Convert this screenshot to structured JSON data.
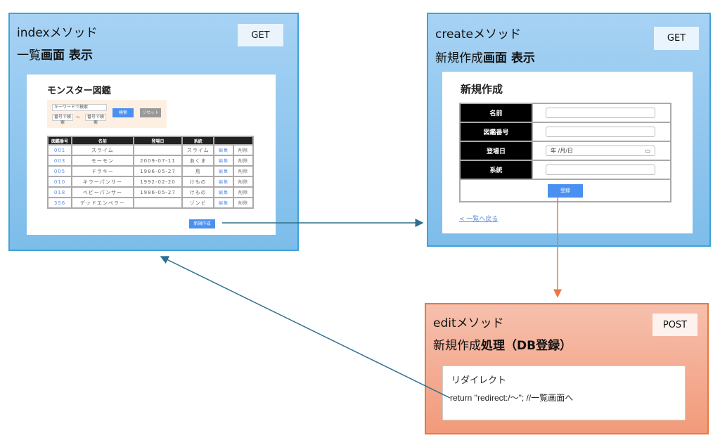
{
  "index": {
    "title": "indexメソッド",
    "subtitle_normal": "一覧",
    "subtitle_bold": "画面 表示",
    "method": "GET",
    "page": {
      "heading": "モンスター図鑑",
      "keyword_placeholder": "キーワードで検索",
      "num_from_placeholder": "番号で検索",
      "tilde": "〜",
      "num_to_placeholder": "番号で検索",
      "search": "検索",
      "reset": "リセット",
      "columns": [
        "図鑑番号",
        "名前",
        "登場日",
        "系統",
        ""
      ],
      "rows": [
        [
          "001",
          "スライム",
          "",
          "スライム",
          "編集",
          "削除"
        ],
        [
          "003",
          "モーモン",
          "2009-07-11",
          "あくま",
          "編集",
          "削除"
        ],
        [
          "005",
          "ドラキー",
          "1986-05-27",
          "鳥",
          "編集",
          "削除"
        ],
        [
          "010",
          "キラーパンサー",
          "1992-02-20",
          "けもの",
          "編集",
          "削除"
        ],
        [
          "018",
          "ベビーパンサー",
          "1986-05-27",
          "けもの",
          "編集",
          "削除"
        ],
        [
          "356",
          "デッドエンペラー",
          "",
          "ゾンビ",
          "編集",
          "削除"
        ]
      ],
      "new_button": "新規作成"
    }
  },
  "create": {
    "title": "createメソッド",
    "subtitle_normal": "新規作成",
    "subtitle_bold": "画面 表示",
    "method": "GET",
    "page": {
      "heading": "新規作成",
      "fields": [
        "名前",
        "図鑑番号",
        "登場日",
        "系統"
      ],
      "date_placeholder": "年 /月/日",
      "submit": "登録",
      "back_link": "<  一覧へ戻る"
    }
  },
  "edit": {
    "title": "editメソッド",
    "subtitle_normal": "新規作成",
    "subtitle_bold": "処理（DB登録）",
    "method": "POST",
    "box_title": "リダイレクト",
    "code": "return \"redirect:/〜\"; //一覧画面へ"
  },
  "colors": {
    "blue_arrow": "#2e6f8e",
    "orange_arrow": "#e8783f"
  }
}
